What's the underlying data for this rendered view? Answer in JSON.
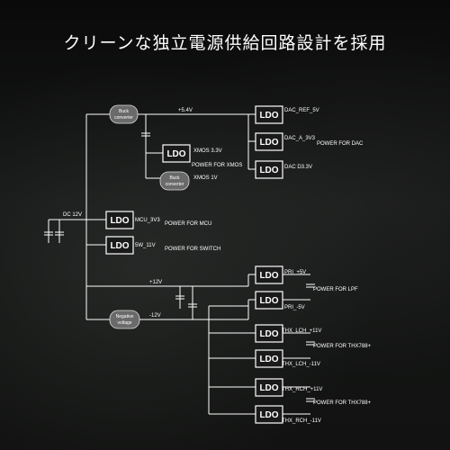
{
  "title": "クリーンな独立電源供給回路設計を採用",
  "colors": {
    "background": "#0b0b0b",
    "line": "#ffffff",
    "converter": "#6a6a6a"
  },
  "converters": {
    "buck_top": [
      "Buck",
      "converter"
    ],
    "buck_mid": [
      "Buck",
      "converter"
    ],
    "negative": [
      "Negative",
      "voltage"
    ]
  },
  "ldo_label": "LDO",
  "rails": {
    "dc_in": "DC 12V",
    "v54": "+5.4V",
    "p12": "+12V",
    "n12": "-12V"
  },
  "outputs": {
    "dac_ref": "DAC_REF_5V",
    "dac_a": "DAC_A_3V3",
    "dac_d": "DAC D3.3V",
    "xmos33": "XMOS 3.3V",
    "xmos1": "XMOS 1V",
    "mcu": "MCU_3V3",
    "sw": "5W_11V",
    "pri_p": "PRI_+5V",
    "pri_n": "PRI_-5V",
    "thx_l_p": "THX_LCH_+11V",
    "thx_l_n": "THX_LCH_-11V",
    "thx_r_p": "THX_RCH_+11V",
    "thx_r_n": "THX_RCH_-11V"
  },
  "notes": {
    "dac": "POWER FOR DAC",
    "xmos": "POWER FOR XMOS",
    "mcu": "POWER FOR MCU",
    "switch": "POWER FOR SWITCH",
    "lpf": "POWER FOR LPF",
    "thx_l": "POWER FOR THX788+",
    "thx_r": "POWER FOR THX788+"
  }
}
